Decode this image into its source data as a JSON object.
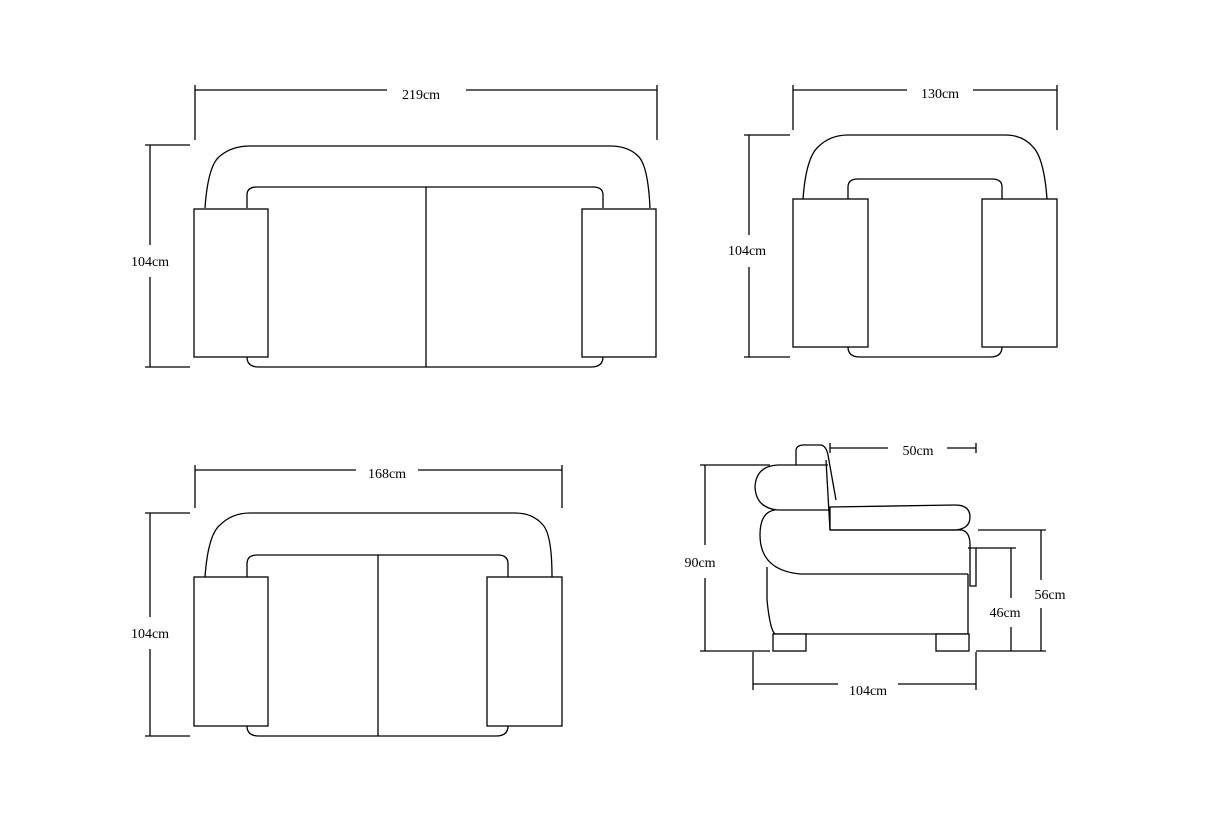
{
  "colors": {
    "background": "#ffffff",
    "line": "#000000"
  },
  "views": {
    "three_seater_top": {
      "width": "219cm",
      "depth": "104cm"
    },
    "armchair_top": {
      "width": "130cm",
      "depth": "104cm"
    },
    "two_seater_top": {
      "width": "168cm",
      "depth": "104cm"
    },
    "side_profile": {
      "seat_depth": "50cm",
      "total_height": "90cm",
      "arm_height": "56cm",
      "seat_height": "46cm",
      "total_depth": "104cm"
    }
  }
}
